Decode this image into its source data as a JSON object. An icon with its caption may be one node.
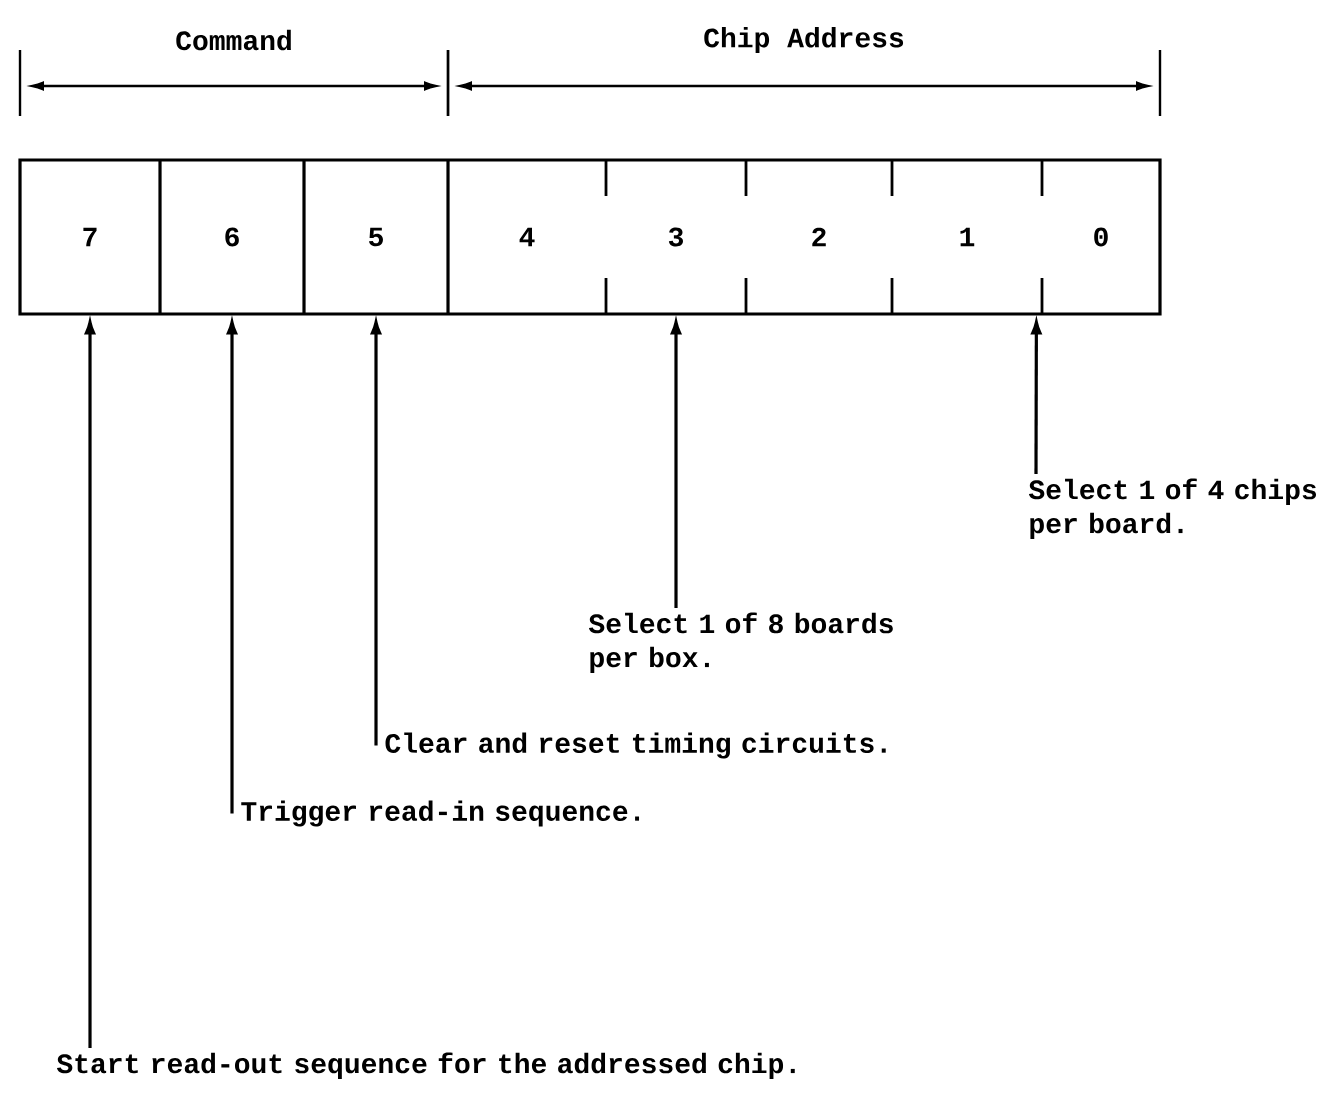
{
  "diagram": {
    "nodes": [
      {
        "text": [
          "7"
        ]
      },
      {
        "text": [
          "6"
        ]
      },
      {
        "text": [
          "5"
        ]
      },
      {
        "text": [
          "4"
        ]
      },
      {
        "text": [
          "3"
        ]
      },
      {
        "text": [
          "2"
        ]
      },
      {
        "text": [
          "1"
        ]
      },
      {
        "text": [
          "0"
        ]
      },
      {
        "text": [
          "Start read-out sequence for the addressed chip."
        ]
      },
      {
        "text": [
          "Trigger read-in sequence."
        ]
      },
      {
        "text": [
          "Clear and reset timing circuits."
        ]
      },
      {
        "text": [
          "Select 1 of 8 boards per box."
        ]
      },
      {
        "text": [
          "Select 1 of 4 chips per board."
        ]
      }
    ],
    "edges": [
      {
        "from": 8,
        "to": 0,
        "arrow": "to"
      },
      {
        "from": 9,
        "to": 1,
        "arrow": "to"
      },
      {
        "from": 10,
        "to": 2,
        "arrow": "to"
      },
      {
        "from": 11,
        "to": 4,
        "arrow": "to"
      },
      {
        "from": 12,
        "to": 6,
        "arrow": "to"
      }
    ],
    "labels": [
      "Command",
      "Chip Address"
    ]
  }
}
